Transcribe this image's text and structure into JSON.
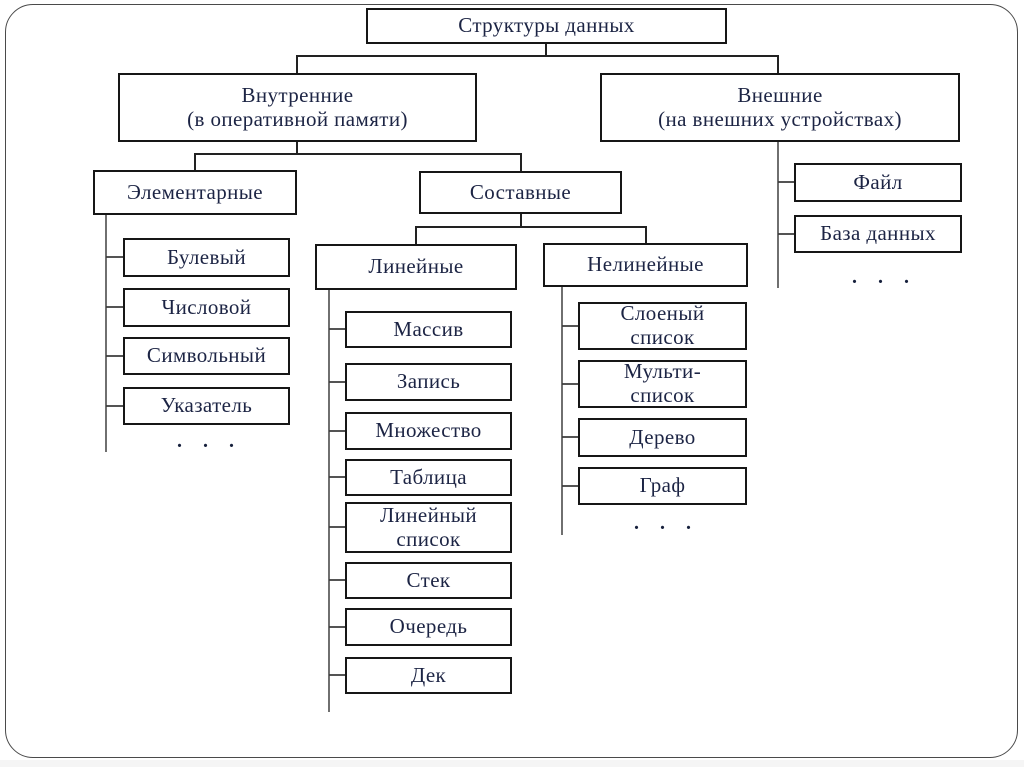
{
  "diagram": {
    "title": "Структуры данных",
    "ellipsis": ". . .",
    "nodes": {
      "data_structures": {
        "label": "Структуры данных"
      },
      "internal": {
        "label": "Внутренние\n(в оперативной памяти)"
      },
      "external": {
        "label": "Внешние\n(на внешних устройствах)"
      },
      "elementary": {
        "label": "Элементарные"
      },
      "composite": {
        "label": "Составные"
      },
      "file": {
        "label": "Файл"
      },
      "database": {
        "label": "База данных"
      },
      "boolean": {
        "label": "Булевый"
      },
      "numeric": {
        "label": "Числовой"
      },
      "symbolic": {
        "label": "Символьный"
      },
      "pointer": {
        "label": "Указатель"
      },
      "linear": {
        "label": "Линейные"
      },
      "nonlinear": {
        "label": "Нелинейные"
      },
      "array": {
        "label": "Массив"
      },
      "record": {
        "label": "Запись"
      },
      "set": {
        "label": "Множество"
      },
      "table": {
        "label": "Таблица"
      },
      "linear_list": {
        "label": "Линейный\nсписок"
      },
      "stack": {
        "label": "Стек"
      },
      "queue": {
        "label": "Очередь"
      },
      "deque": {
        "label": "Дек"
      },
      "layered_list": {
        "label": "Слоеный\nсписок"
      },
      "multi_list": {
        "label": "Мульти-\nсписок"
      },
      "tree": {
        "label": "Дерево"
      },
      "graph": {
        "label": "Граф"
      }
    },
    "hierarchy": {
      "Структуры данных": {
        "Внутренние (в оперативной памяти)": {
          "Элементарные": [
            "Булевый",
            "Числовой",
            "Символьный",
            "Указатель",
            "..."
          ],
          "Составные": {
            "Линейные": [
              "Массив",
              "Запись",
              "Множество",
              "Таблица",
              "Линейный список",
              "Стек",
              "Очередь",
              "Дек"
            ],
            "Нелинейные": [
              "Слоеный список",
              "Мульти-список",
              "Дерево",
              "Граф",
              "..."
            ]
          }
        },
        "Внешние (на внешних устройствах)": [
          "Файл",
          "База данных",
          "..."
        ]
      }
    }
  }
}
